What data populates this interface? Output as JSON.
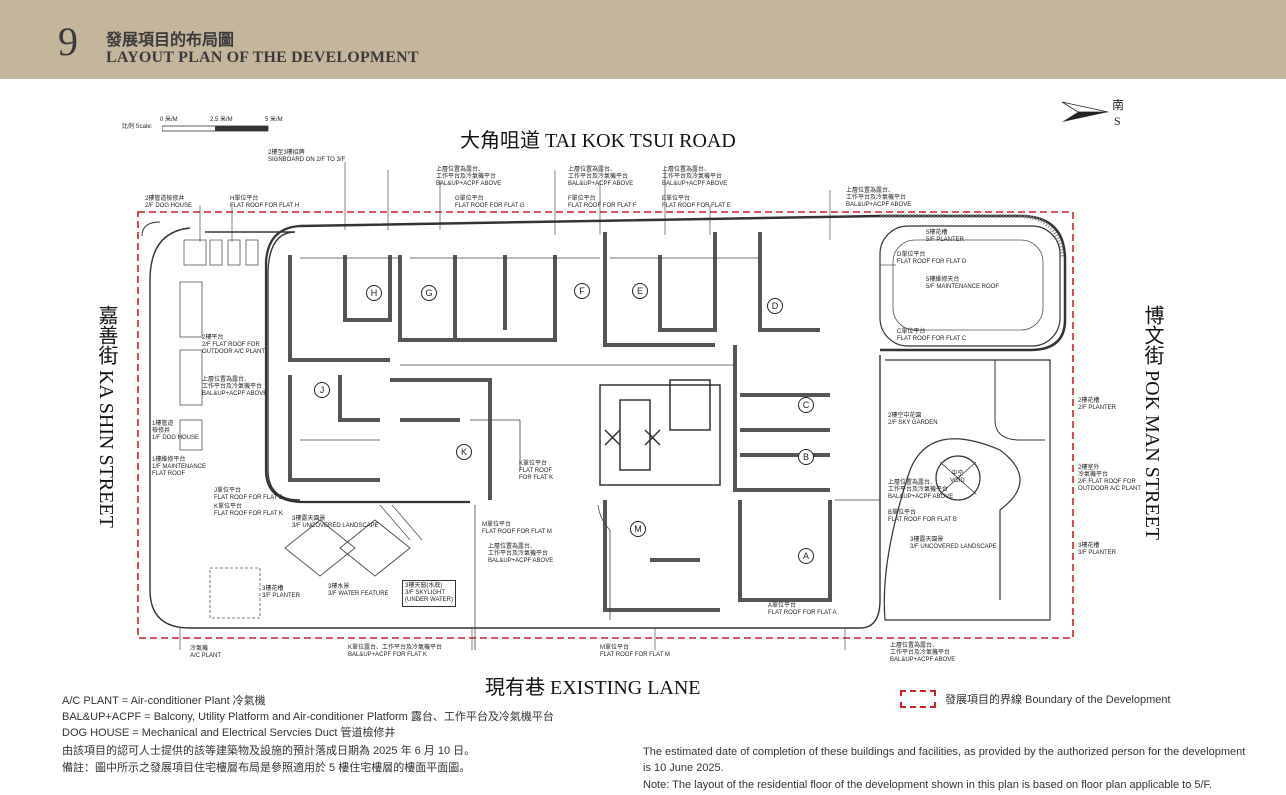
{
  "header": {
    "page_number": "9",
    "title_zh": "發展項目的布局圖",
    "title_en": "LAYOUT PLAN OF THE DEVELOPMENT"
  },
  "scale": {
    "label": "比例 Scale:",
    "ticks": [
      "0 米/M",
      "2.5 米/M",
      "5 米/M"
    ]
  },
  "compass": {
    "zh": "南",
    "en": "S"
  },
  "roads": {
    "north": "大角咀道 TAI KOK TSUI ROAD",
    "south": "現有巷 EXISTING LANE",
    "west": "嘉善街 KA SHIN STREET",
    "east": "博文街 POK MAN STREET"
  },
  "flats": [
    "A",
    "B",
    "C",
    "D",
    "E",
    "F",
    "G",
    "H",
    "J",
    "K",
    "M"
  ],
  "labels": {
    "signboard": "2樓至3樓招牌\nSIGNBOARD ON 2/F TO 3/F",
    "dog_house_2f": "2樓管道檢修井\n2/F DOG HOUSE",
    "flat_roof_h": "H單位平台\nFLAT ROOF FOR FLAT H",
    "above_g": "上層位置為露台、\n工作平台及冷氣機平台\nBAL&UP+ACPF ABOVE",
    "flat_roof_g": "G單位平台\nFLAT ROOF FOR FLAT G",
    "above_f": "上層位置為露台、\n工作平台及冷氣機平台\nBAL&UP+ACPF ABOVE",
    "flat_roof_f": "F單位平台\nFLAT ROOF FOR FLAT F",
    "above_e": "上層位置為露台、\n工作平台及冷氣機平台\nBAL&UP+ACPF ABOVE",
    "flat_roof_e": "E單位平台\nFLAT ROOF FOR FLAT E",
    "above_ne": "上層位置為露台、\n工作平台及冷氣機平台\nBAL&UP+ACPF ABOVE",
    "planter_5f": "5樓花槽\n5/F PLANTER",
    "flat_roof_d": "D單位平台\nFLAT ROOF FOR FLAT D",
    "maint_roof_5f": "5樓維修天台\n5/F MAINTENANCE ROOF",
    "flat_roof_c": "C單位平台\nFLAT ROOF FOR FLAT C",
    "outdoor_ac_2f": "2樓平台\n2/F FLAT ROOF FOR\nOUTDOOR A/C PLANT",
    "above_w": "上層位置為露台、\n工作平台及冷氣機平台\nBAL&UP+ACPF ABOVE",
    "dog_house_1f": "1樓管道\n檢修井\n1/F DOG HOUSE",
    "maint_roof_1f": "1樓維修平台\n1/F MAINTENANCE\nFLAT ROOF",
    "flat_roof_k_mid": "K單位平台\nFLAT ROOF\nFOR FLAT K",
    "flat_roof_j": "J單位平台\nFLAT ROOF FOR FLAT J",
    "flat_roof_k": "K單位平台\nFLAT ROOF FOR FLAT K",
    "uncovered_3f_w": "3樓露天園景\n3/F UNCOVERED LANDSCAPE",
    "flat_roof_m_mid": "M單位平台\nFLAT ROOF FOR FLAT M",
    "above_m": "上層位置為露台、\n工作平台及冷氣機平台\nBAL&UP+ACPF ABOVE",
    "planter_3f_w": "3樓花槽\n3/F PLANTER",
    "water_feature": "3樓水景\n3/F WATER FEATURE",
    "skylight": "3樓天窗(水底)\n3/F SKYLIGHT\n(UNDER WATER)",
    "ac_plant": "冷氣機\nA/C PLANT",
    "bal_k": "K單位露台、工作平台及冷氣機平台\nBAL&UP+ACPF FOR FLAT K",
    "flat_roof_m": "M單位平台\nFLAT ROOF FOR FLAT M",
    "flat_roof_a": "A單位平台\nFLAT ROOF FOR FLAT A",
    "above_se": "上層位置為露台、\n工作平台及冷氣機平台\nBAL&UP+ACPF ABOVE",
    "planter_2f": "2樓花槽\n2/F PLANTER",
    "sky_garden": "2樓空中花園\n2/F SKY GARDEN",
    "outdoor_ac_e": "2樓室外\n冷氣機平台\n2/F FLAT ROOF FOR\nOUTDOOR A/C PLANT",
    "above_b": "上層位置為露台、\n工作平台及冷氣機平台\nBAL&UP+ACPF ABOVE",
    "flat_roof_b": "B單位平台\nFLAT ROOF FOR FLAT B",
    "uncovered_3f_e": "3樓露天園景\n3/F UNCOVERED LANDSCAPE",
    "planter_3f_e": "3樓花槽\n3/F PLANTER",
    "void": "中空\nVOID"
  },
  "legend": {
    "lines": [
      "A/C PLANT = Air-conditioner Plant 冷氣機",
      "BAL&UP+ACPF = Balcony, Utility Platform and Air-conditioner Platform 露台、工作平台及冷氣機平台",
      "DOG HOUSE = Mechanical and Electrical Servcies Duct 管道檢修井"
    ],
    "boundary": "發展項目的界線 Boundary of the Development"
  },
  "notes": {
    "zh": [
      "由該項目的認可人士提供的該等建築物及設施的預計落成日期為 2025 年 6 月 10 日。",
      "備註：圖中所示之發展項目住宅樓層布局是參照適用於 5 樓住宅樓層的樓面平面圖。"
    ],
    "en_1": "The estimated date of completion of these buildings and facilities, as provided by the authorized person for the development is 10 June 2025.",
    "en_2": "Note: The layout of the residential floor of the development shown in this plan is based on floor plan applicable to 5/F."
  },
  "colors": {
    "header_bg": "#c4b59b",
    "boundary": "#d21f26",
    "wall": "#555555"
  }
}
